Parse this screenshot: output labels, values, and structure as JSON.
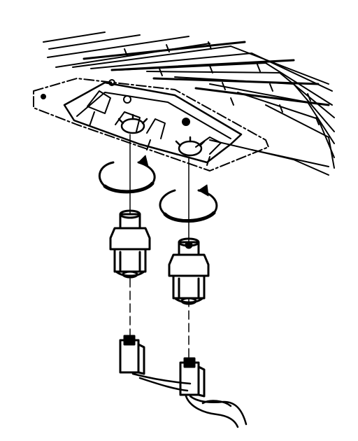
{
  "figure": {
    "style": "black line-art technical illustration",
    "colors": {
      "ink": "#000000",
      "paper": "#ffffff"
    },
    "components": [
      "roof-panel",
      "mounting-bracket",
      "socket-opening-left",
      "socket-opening-right",
      "rotation-arrow-left",
      "rotation-arrow-right",
      "bulb-socket-left",
      "bulb-socket-right",
      "wire-connector-left",
      "wire-connector-right",
      "wire-harness"
    ]
  }
}
